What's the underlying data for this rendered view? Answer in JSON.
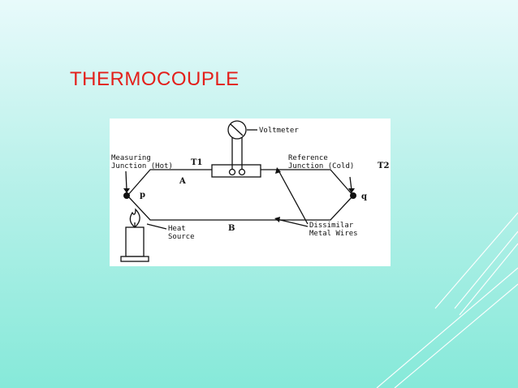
{
  "slide": {
    "title": "THERMOCOUPLE"
  },
  "diagram": {
    "labels": {
      "voltmeter": "Voltmeter",
      "measuring_line1": "Measuring",
      "measuring_line2": "Junction (Hot)",
      "t1": "T1",
      "reference_line1": "Reference",
      "reference_line2": "Junction (Cold)",
      "t2": "T2",
      "wire_a": "A",
      "wire_b": "B",
      "point_p": "p",
      "point_q": "q",
      "heat_line1": "Heat",
      "heat_line2": "Source",
      "dissimilar_line1": "Dissimilar",
      "dissimilar_line2": "Metal Wires"
    }
  },
  "colors": {
    "title": "#e3201b",
    "background_top": "#e8fafb",
    "background_bottom": "#86e9d9"
  }
}
